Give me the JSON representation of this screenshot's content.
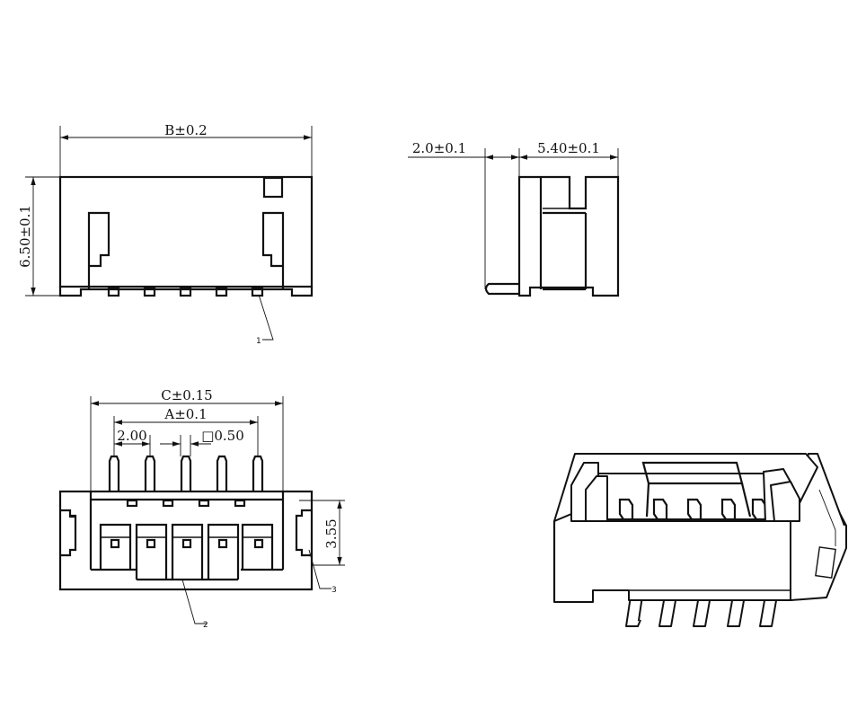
{
  "front_view": {
    "dim_width": "B±0.2",
    "dim_height": "6.50±0.1",
    "callout": "1"
  },
  "side_view": {
    "dim_pin_offset": "2.0±0.1",
    "dim_depth": "5.40±0.1"
  },
  "bottom_view": {
    "dim_overall": "C±0.15",
    "dim_pin_span": "A±0.1",
    "dim_pitch": "2.00",
    "dim_pin_size": "□0.50",
    "dim_height": "3.55",
    "callout_2": "2",
    "callout_3": "3"
  }
}
